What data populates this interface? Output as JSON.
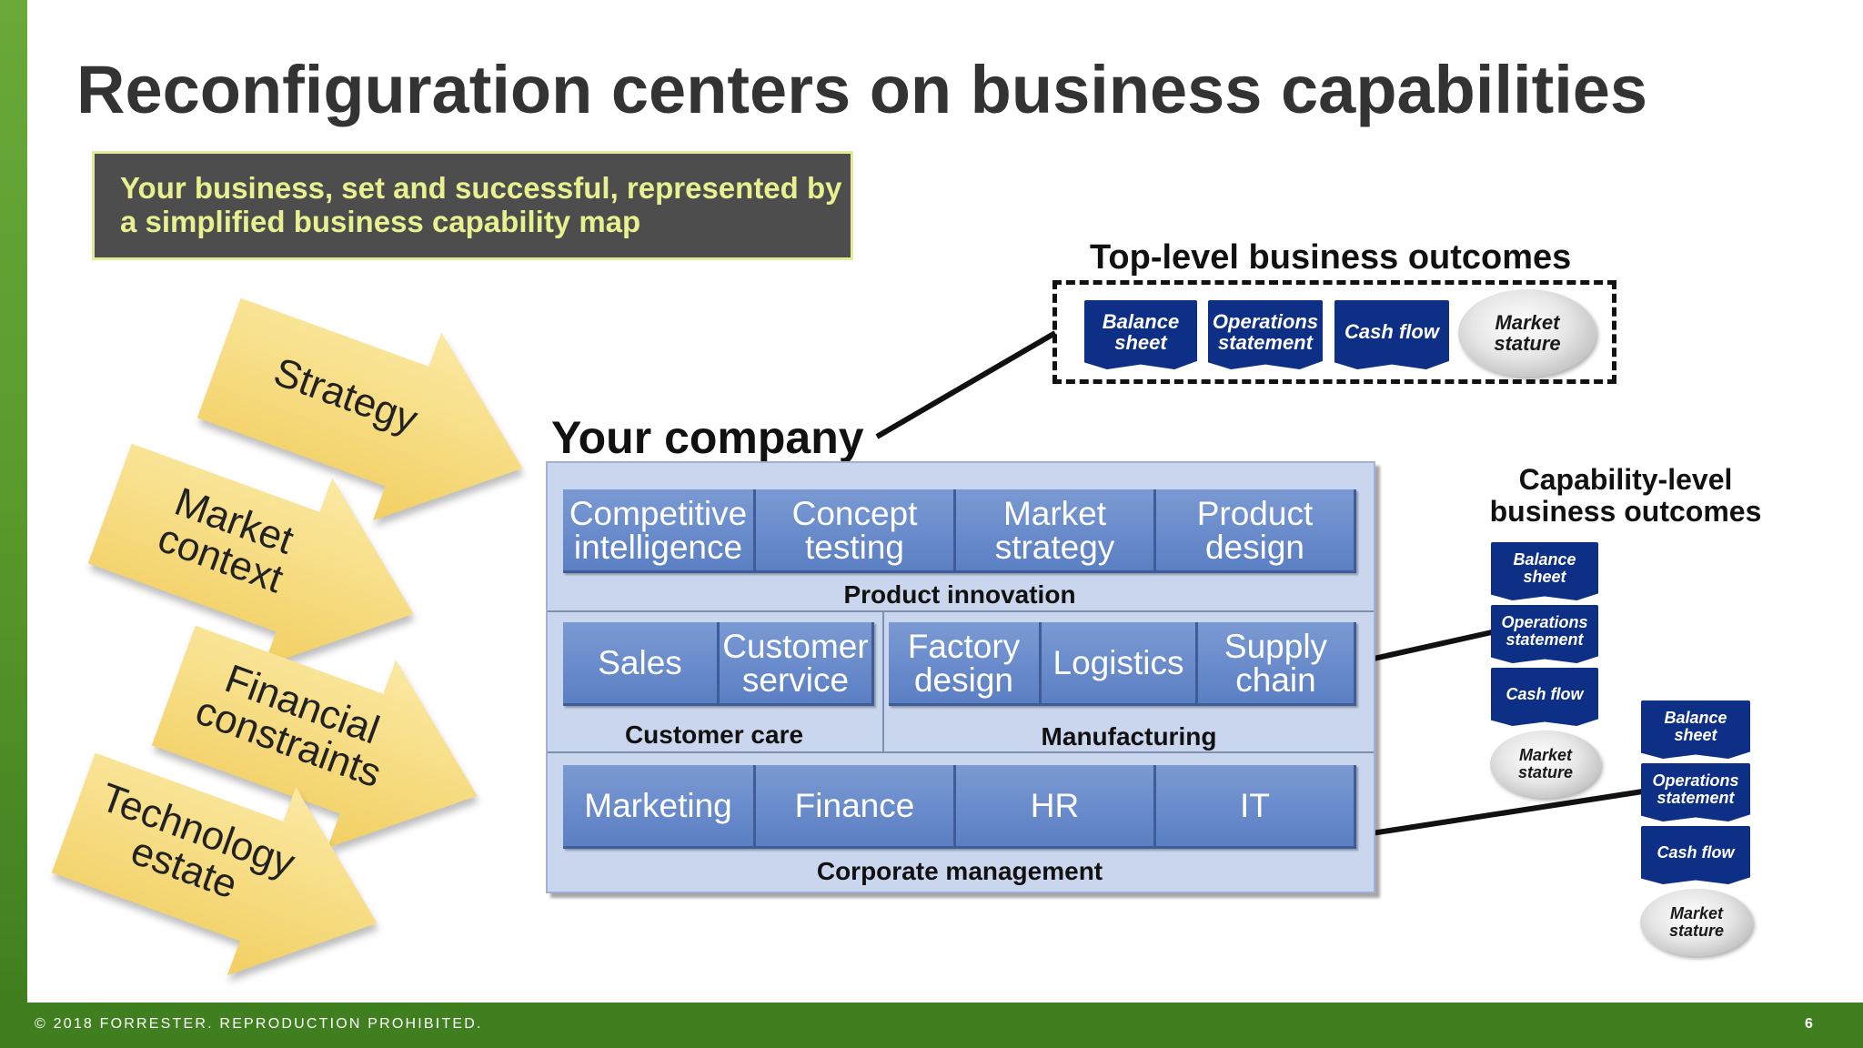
{
  "slide": {
    "title": "Reconfiguration centers on business capabilities",
    "callout": "Your business, set and successful, represented by a simplified business capability map",
    "footer": "© 2018 FORRESTER. REPRODUCTION PROHIBITED.",
    "page_number": "6"
  },
  "arrows": [
    {
      "label_line1": "Strategy",
      "label_line2": ""
    },
    {
      "label_line1": "Market",
      "label_line2": "context"
    },
    {
      "label_line1": "Financial",
      "label_line2": "constraints"
    },
    {
      "label_line1": "Technology",
      "label_line2": "estate"
    }
  ],
  "company": {
    "title": "Your company",
    "rows": [
      {
        "caps": [
          {
            "line1": "Competitive",
            "line2": "intelligence"
          },
          {
            "line1": "Concept",
            "line2": "testing"
          },
          {
            "line1": "Market",
            "line2": "strategy"
          },
          {
            "line1": "Product",
            "line2": "design"
          }
        ],
        "group_label": "Product innovation"
      },
      {
        "caps": [
          {
            "line1": "Sales",
            "line2": ""
          },
          {
            "line1": "Customer",
            "line2": "service"
          },
          {
            "line1": "Factory",
            "line2": "design"
          },
          {
            "line1": "Logistics",
            "line2": ""
          },
          {
            "line1": "Supply",
            "line2": "chain"
          }
        ],
        "group_labels": [
          "Customer care",
          "Manufacturing"
        ]
      },
      {
        "caps": [
          {
            "line1": "Marketing",
            "line2": ""
          },
          {
            "line1": "Finance",
            "line2": ""
          },
          {
            "line1": "HR",
            "line2": ""
          },
          {
            "line1": "IT",
            "line2": ""
          }
        ],
        "group_label": "Corporate management"
      }
    ]
  },
  "top_outcomes": {
    "title": "Top-level business outcomes",
    "items": [
      {
        "line1": "Balance",
        "line2": "sheet"
      },
      {
        "line1": "Operations",
        "line2": "statement"
      },
      {
        "line1": "Cash flow",
        "line2": ""
      },
      {
        "line1": "Market",
        "line2": "stature"
      }
    ]
  },
  "capability_outcomes": {
    "title_line1": "Capability-level",
    "title_line2": "business outcomes",
    "sets": [
      [
        {
          "line1": "Balance",
          "line2": "sheet"
        },
        {
          "line1": "Operations",
          "line2": "statement"
        },
        {
          "line1": "Cash flow",
          "line2": ""
        },
        {
          "line1": "Market",
          "line2": "stature"
        }
      ],
      [
        {
          "line1": "Balance",
          "line2": "sheet"
        },
        {
          "line1": "Operations",
          "line2": "statement"
        },
        {
          "line1": "Cash flow",
          "line2": ""
        },
        {
          "line1": "Market",
          "line2": "stature"
        }
      ]
    ]
  },
  "colors": {
    "brand_green": "#3f7f1f",
    "arrow_yellow": "#f7dc7f",
    "capability_blue": "#5b7fc4",
    "document_navy": "#0e2f86",
    "callout_text": "#e9f08f"
  }
}
